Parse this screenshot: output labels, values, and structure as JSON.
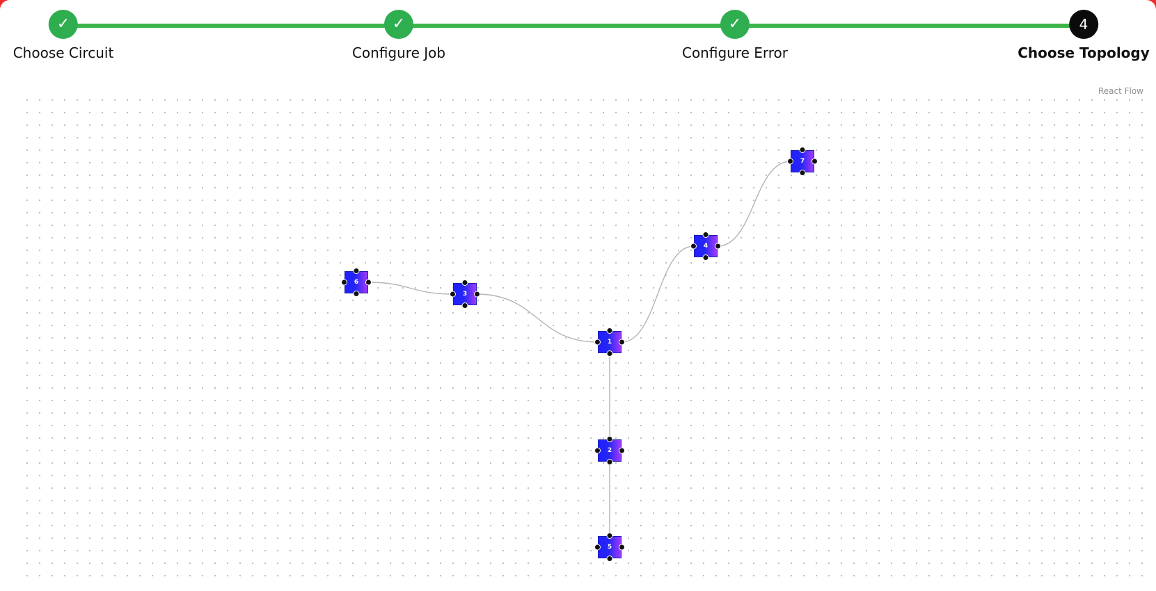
{
  "stepper": {
    "steps": [
      {
        "label": "Choose Circuit",
        "state": "done",
        "icon": "check-icon",
        "glyph": "✓"
      },
      {
        "label": "Configure Job",
        "state": "done",
        "icon": "check-icon",
        "glyph": "✓"
      },
      {
        "label": "Configure Error",
        "state": "done",
        "icon": "check-icon",
        "glyph": "✓"
      },
      {
        "label": "Choose Topology",
        "state": "active",
        "number": "4"
      }
    ],
    "done_color": "#2eae4f",
    "active_color": "#0b0b0b"
  },
  "flow": {
    "attribution": "React Flow",
    "nodes": [
      {
        "id": "1",
        "label": "1"
      },
      {
        "id": "2",
        "label": "2"
      },
      {
        "id": "3",
        "label": "3"
      },
      {
        "id": "4",
        "label": "4"
      },
      {
        "id": "5",
        "label": "5"
      },
      {
        "id": "6",
        "label": "6"
      },
      {
        "id": "7",
        "label": "7"
      }
    ],
    "edges": [
      {
        "source": "6",
        "target": "3"
      },
      {
        "source": "3",
        "target": "1"
      },
      {
        "source": "1",
        "target": "4"
      },
      {
        "source": "4",
        "target": "7"
      },
      {
        "source": "1",
        "target": "2"
      },
      {
        "source": "2",
        "target": "5"
      }
    ],
    "node_gradient": [
      "#1f20ff",
      "#a03bff"
    ]
  }
}
